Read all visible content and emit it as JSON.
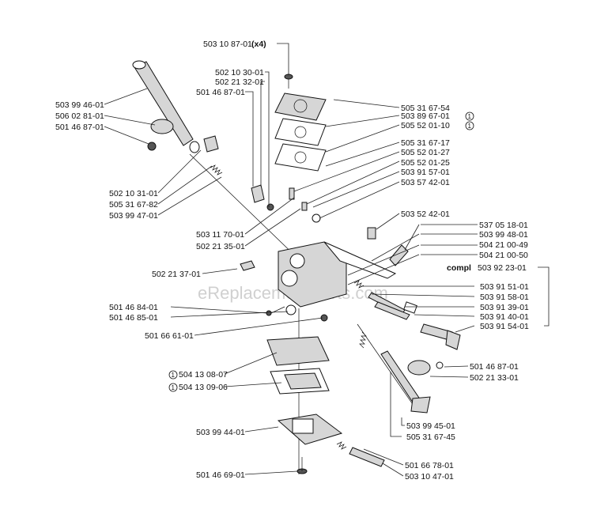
{
  "watermark": "eReplacementParts.com",
  "footnote_marker": "1",
  "labels": {
    "l01": "503 10 87-01",
    "l01b": "(x4)",
    "l02": "502 10 30-01",
    "l03": "502 21 32-01",
    "l04": "501 46 87-01",
    "l05": "503 99 46-01",
    "l06": "506 02 81-01",
    "l07": "501 46 87-01",
    "l08": "505 31 67-54",
    "l09": "503 89 67-01",
    "l10": "505 52 01-10",
    "l11": "505 31 67-17",
    "l12": "505 52 01-27",
    "l13": "505 52 01-25",
    "l14": "503 91 57-01",
    "l15": "503 57 42-01",
    "l16": "502 10 31-01",
    "l17": "505 31 67-82",
    "l18": "503 99 47-01",
    "l19": "503 52 42-01",
    "l20": "503 11 70-01",
    "l21": "502 21 35-01",
    "l22": "537 05 18-01",
    "l23": "503 99 48-01",
    "l24": "504 21 00-49",
    "l25": "504 21 00-50",
    "l26": "502 21 37-01",
    "l27a": "compl",
    "l27": "503 92 23-01",
    "l28": "503 91 51-01",
    "l29": "503 91 58-01",
    "l30": "501 46 84-01",
    "l31": "503 91 39-01",
    "l32": "501 46 85-01",
    "l33": "503 91 40-01",
    "l34": "503 91 54-01",
    "l35": "501 66 61-01",
    "l36": "504 13 08-07",
    "l37": "501 46 87-01",
    "l38": "504 13 09-06",
    "l39": "502 21 33-01",
    "l40": "503 99 45-01",
    "l41": "503 99 44-01",
    "l42": "505 31 67-45",
    "l43": "501 66 78-01",
    "l44": "501 46 69-01",
    "l45": "503 10 47-01"
  }
}
